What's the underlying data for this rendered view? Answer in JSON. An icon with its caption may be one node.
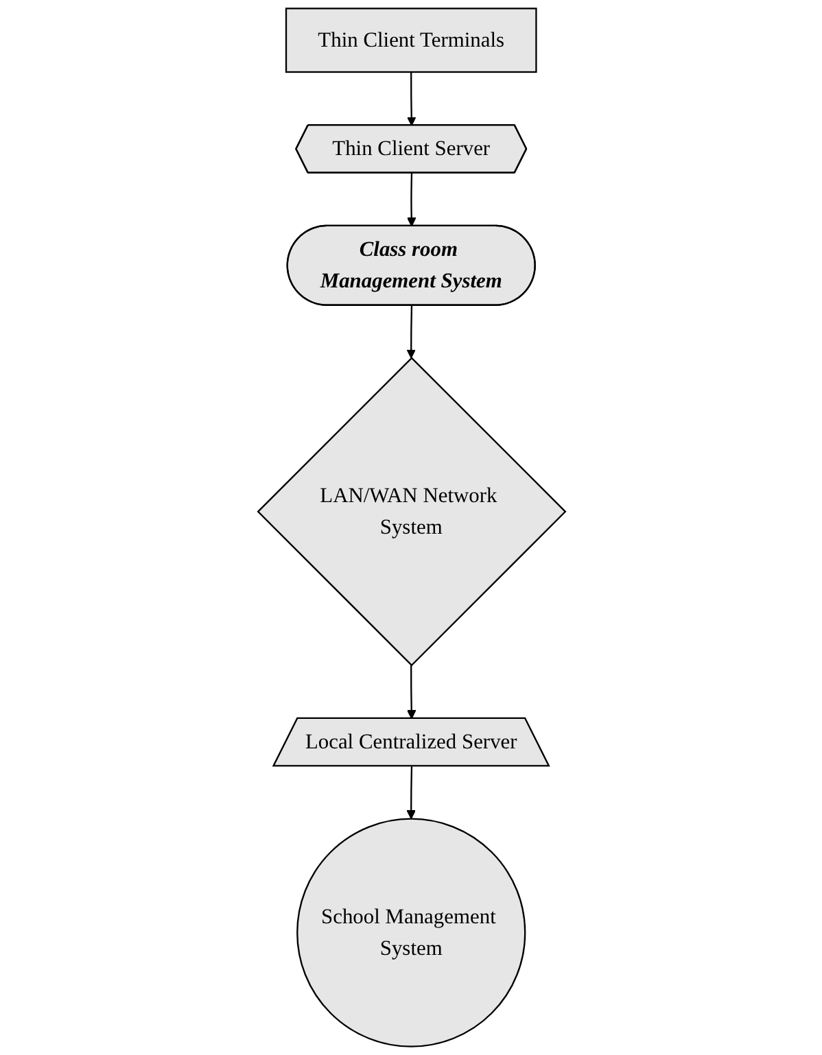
{
  "diagram": {
    "nodes": [
      {
        "text": [
          "Thin Client Terminals"
        ]
      },
      {
        "text": [
          "Thin Client Server"
        ]
      },
      {
        "text": [
          "Class room Management System"
        ]
      },
      {
        "text": [
          "LAN/WAN Network System"
        ]
      },
      {
        "text": [
          "Local Centralized Server"
        ]
      },
      {
        "text": [
          "School Management System"
        ]
      }
    ],
    "edges": [
      {
        "from": 0,
        "to": 1,
        "arrow": "to"
      },
      {
        "from": 1,
        "to": 2,
        "arrow": "to"
      },
      {
        "from": 2,
        "to": 3,
        "arrow": "to"
      },
      {
        "from": 3,
        "to": 4,
        "arrow": "to"
      },
      {
        "from": 4,
        "to": 5,
        "arrow": "to"
      }
    ]
  }
}
